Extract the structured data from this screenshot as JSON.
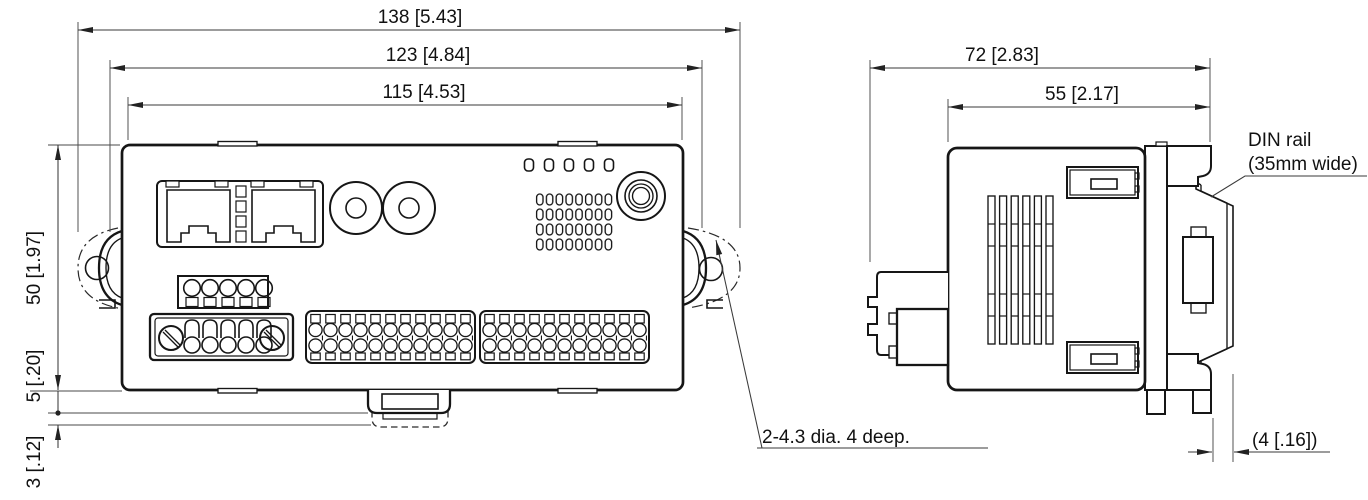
{
  "drawing": {
    "background": "#ffffff",
    "line_color": "#161616",
    "front_view": {
      "dim_overall_width": "138 [5.43]",
      "dim_mounting_width": "123 [4.84]",
      "dim_body_width": "115 [4.53]",
      "dim_body_height": "50 [1.97]",
      "dim_latch_protrusion": "5 [.20]",
      "dim_latch_travel": "3 [.12]",
      "callout_mounting_holes": "2-4.3 dia. 4 deep."
    },
    "side_view": {
      "dim_overall_depth": "72 [2.83]",
      "dim_body_depth": "55 [2.17]",
      "dim_rail_offset": "(4 [.16])",
      "callout_din_rail_line1": "DIN rail",
      "callout_din_rail_line2": "(35mm wide)"
    }
  }
}
